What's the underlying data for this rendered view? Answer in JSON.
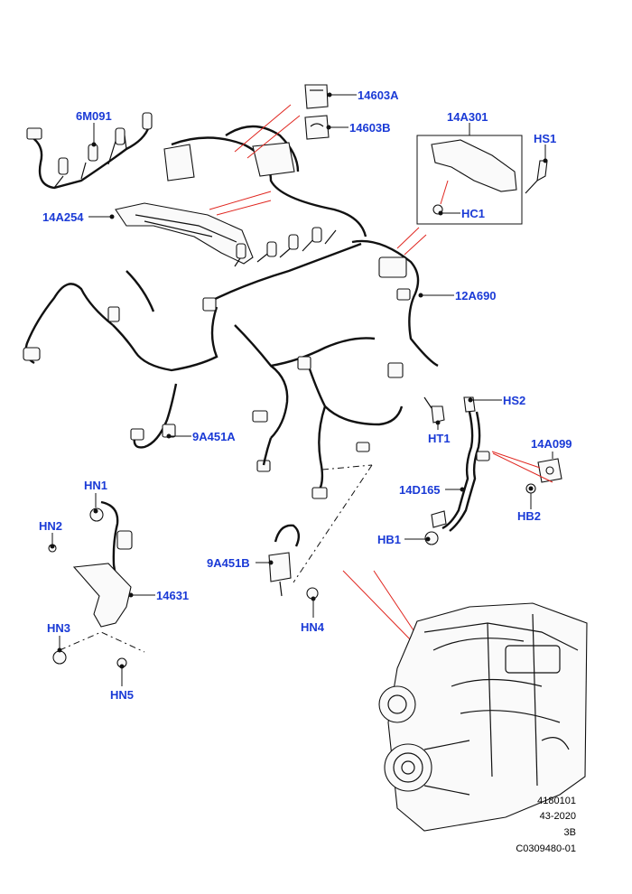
{
  "callouts": {
    "c_14603A": "14603A",
    "c_14603B": "14603B",
    "c_14A301": "14A301",
    "c_HS1": "HS1",
    "c_6M091": "6M091",
    "c_HC1": "HC1",
    "c_14A254": "14A254",
    "c_12A690": "12A690",
    "c_HS2": "HS2",
    "c_HT1": "HT1",
    "c_14A099": "14A099",
    "c_9A451A": "9A451A",
    "c_14D165": "14D165",
    "c_HB2": "HB2",
    "c_HN1": "HN1",
    "c_HN2": "HN2",
    "c_HB1": "HB1",
    "c_9A451B": "9A451B",
    "c_14631": "14631",
    "c_HN4": "HN4",
    "c_HN3": "HN3",
    "c_HN5": "HN5"
  },
  "footer": {
    "line1": "4180101",
    "line2": "43-2020",
    "line3": "3B",
    "line4": "C0309480-01"
  },
  "colors": {
    "callout_text": "#1a3ad6",
    "leader_lines": "#111111",
    "red_reference_lines": "#e0261f",
    "background": "#ffffff"
  }
}
